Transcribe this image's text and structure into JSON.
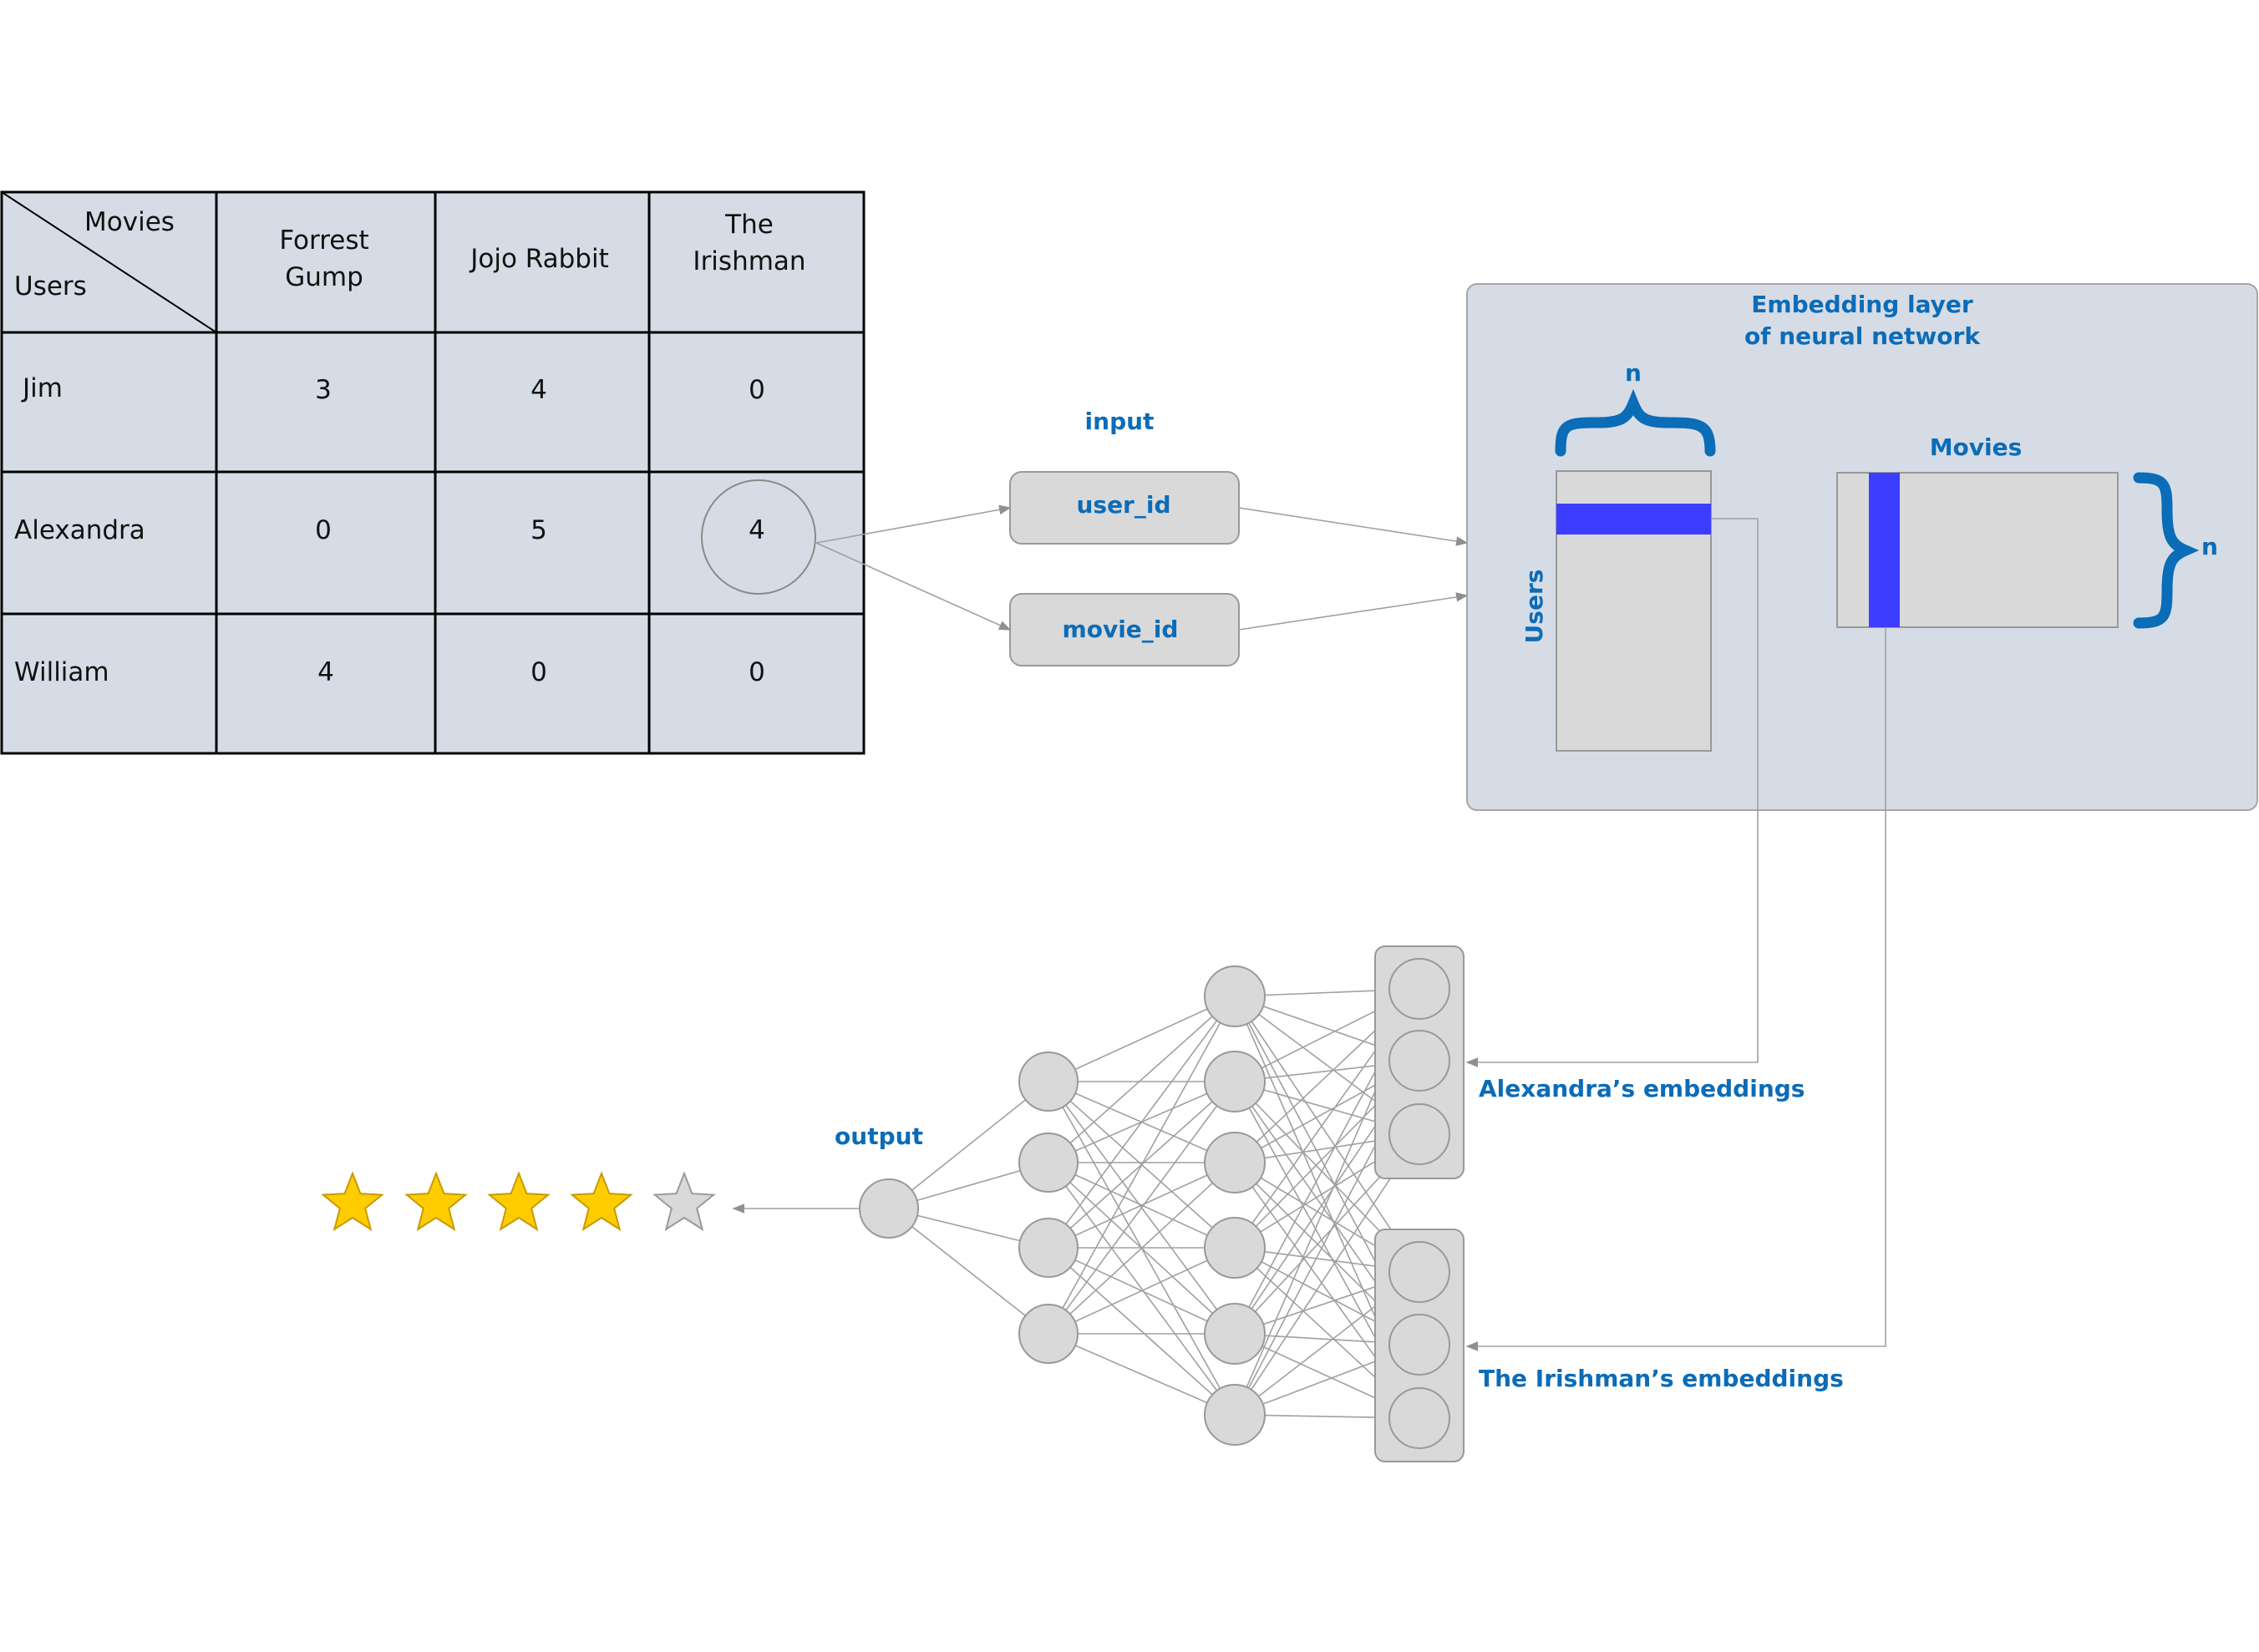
{
  "table": {
    "corner_top": "Movies",
    "corner_bottom": "Users",
    "columns": [
      [
        "Forrest",
        "Gump"
      ],
      [
        "Jojo Rabbit"
      ],
      [
        "The",
        "Irishman"
      ]
    ],
    "rows": [
      {
        "user": "Jim",
        "values": [
          "3",
          "4",
          "0"
        ]
      },
      {
        "user": "Alexandra",
        "values": [
          "0",
          "5",
          "4"
        ]
      },
      {
        "user": "William",
        "values": [
          "4",
          "0",
          "0"
        ]
      }
    ],
    "highlighted_cell": {
      "row": 1,
      "col": 2
    }
  },
  "input": {
    "label": "input",
    "fields": [
      "user_id",
      "movie_id"
    ]
  },
  "embedding": {
    "title_line1": "Embedding layer",
    "title_line2": "of neural network",
    "users_label": "Users",
    "movies_label": "Movies",
    "dim_label_top": "n",
    "dim_label_right": "n"
  },
  "network": {
    "output_label": "output",
    "user_embeddings_label": "Alexandra’s embeddings",
    "movie_embeddings_label": "The Irishman’s embeddings"
  },
  "rating": {
    "value": 4,
    "max": 5
  },
  "colors": {
    "table_bg": "#d6dce5",
    "panel_bg": "#d6dce5",
    "matrix_bg": "#d9d9d9",
    "highlight": "#3d3dff",
    "label_blue": "#0b6cb8",
    "star_on": "#ffcc00",
    "star_off": "#d9d9d9"
  }
}
